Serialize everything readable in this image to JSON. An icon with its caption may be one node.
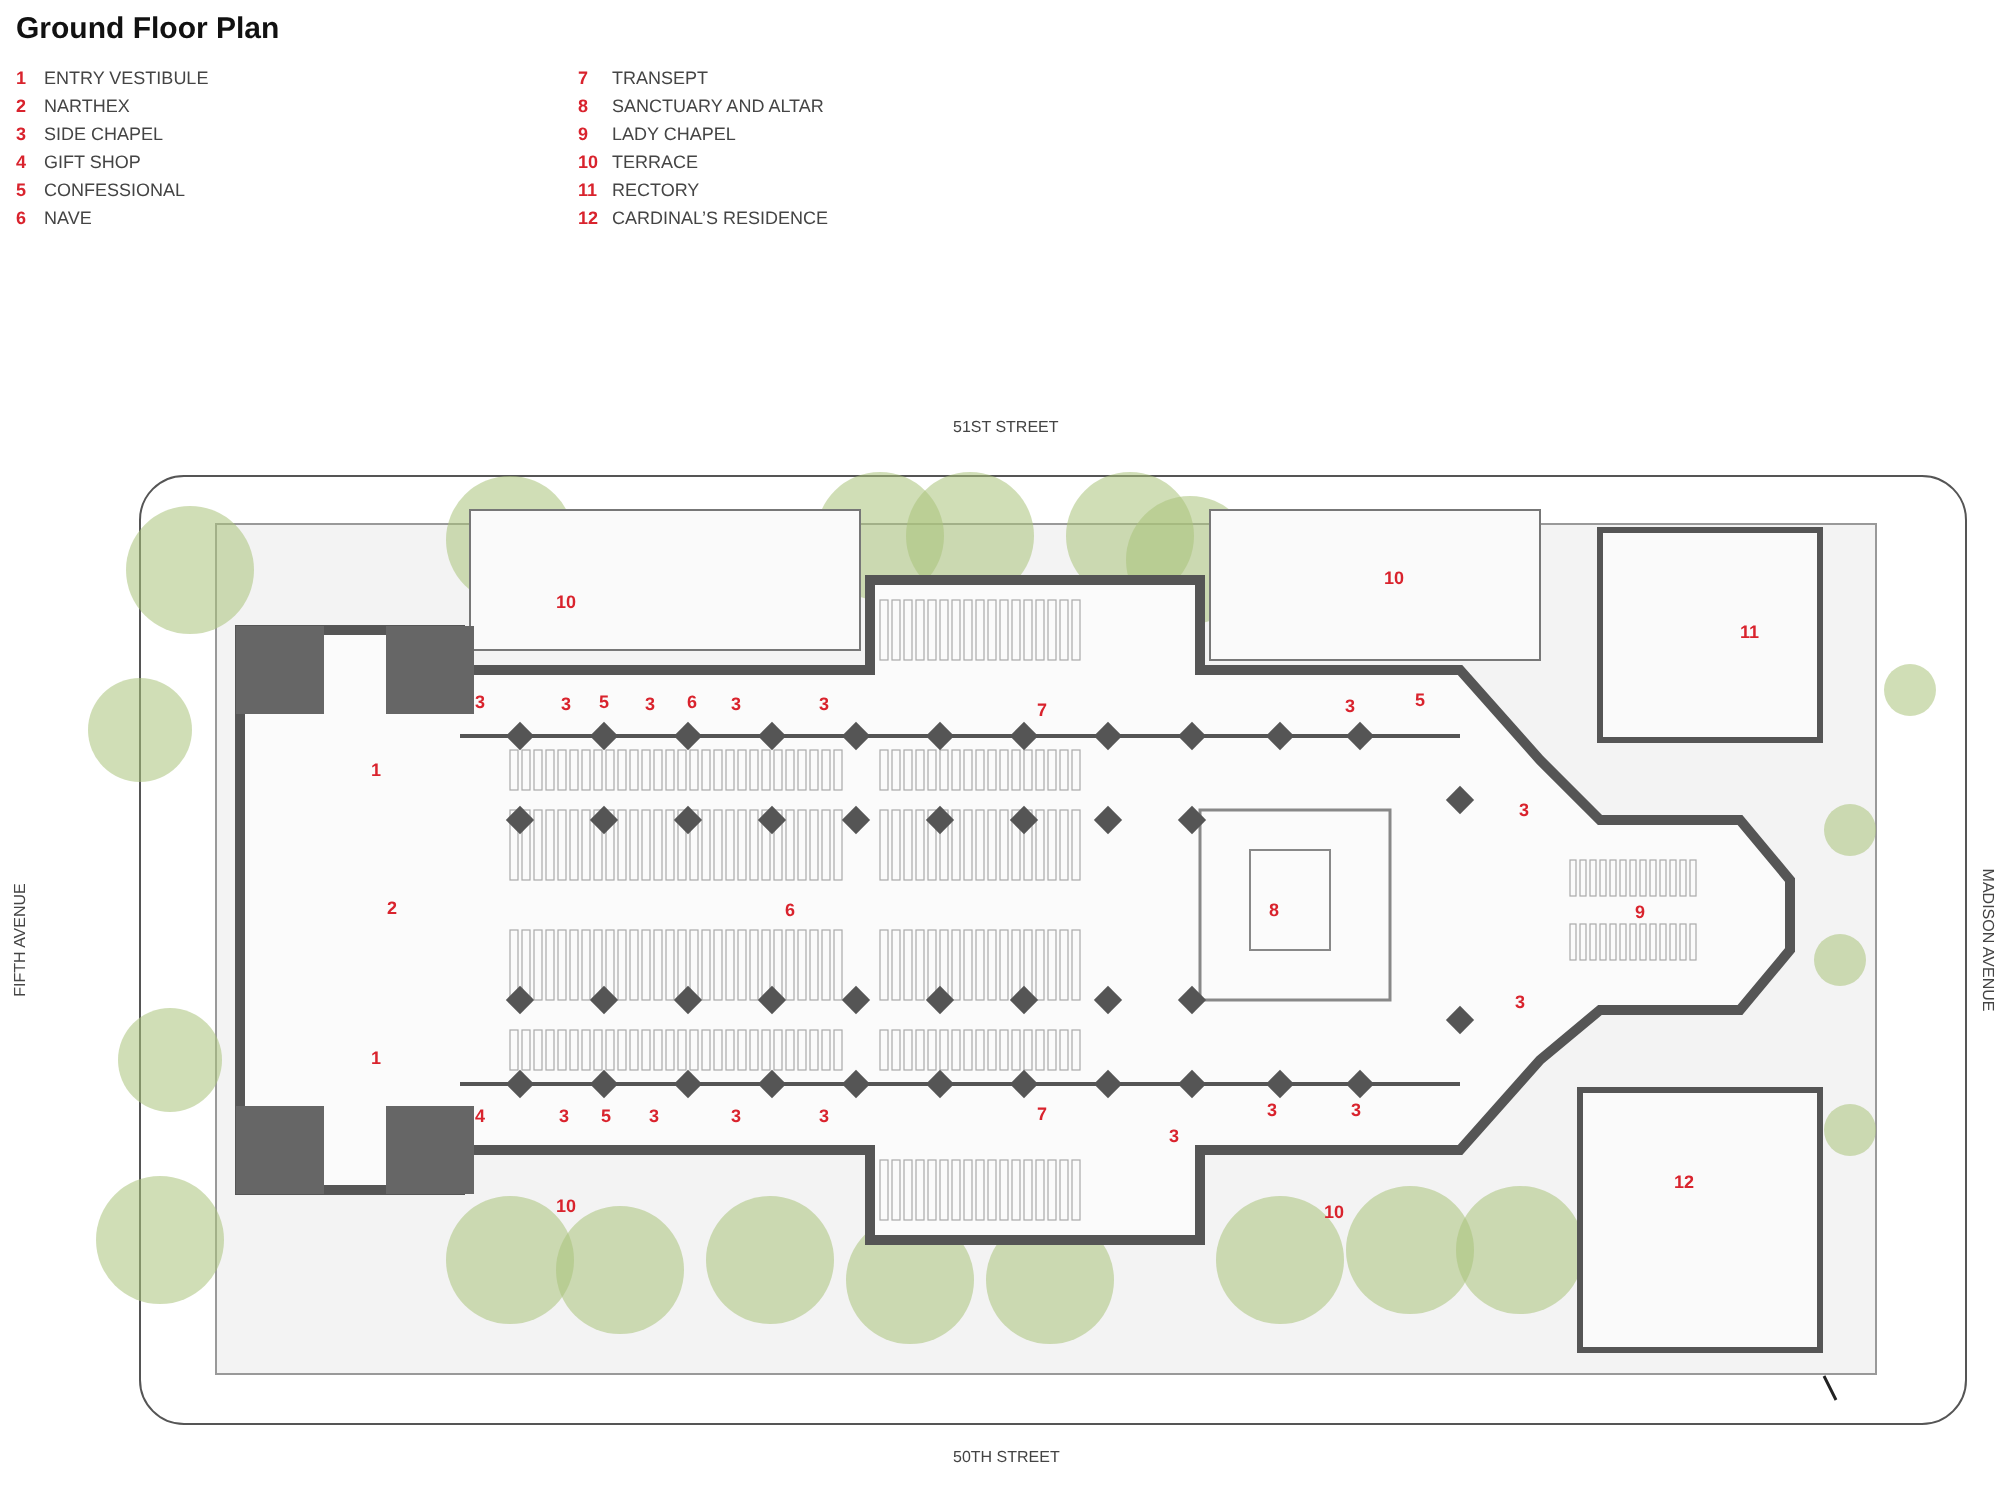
{
  "diagram": {
    "title": "Ground Floor Plan",
    "labels": [
      "1",
      "ENTRY VESTIBULE",
      "7",
      "TRANSEPT",
      "2",
      "NARTHEX",
      "8",
      "SANCTUARY AND ALTAR",
      "3",
      "SIDE CHAPEL",
      "9",
      "LADY CHAPEL",
      "4",
      "GIFT SHOP",
      "10",
      "TERRACE",
      "5",
      "CONFESSIONAL",
      "11",
      "RECTORY",
      "6",
      "NAVE",
      "12",
      "CARDINAL’S RESIDENCE",
      "51ST STREET",
      "FIFTH AVENUE",
      "MADISON AVENUE",
      "10",
      "10",
      "11",
      "3",
      "3",
      "5",
      "3",
      "6",
      "3",
      "3",
      "7",
      "3",
      "5",
      "1",
      "3",
      "2",
      "6",
      "8",
      "9",
      "3",
      "1",
      "4",
      "3",
      "5",
      "3",
      "3",
      "3",
      "7",
      "3",
      "3",
      "3",
      "12",
      "10",
      "10",
      "50TH STREET"
    ]
  }
}
